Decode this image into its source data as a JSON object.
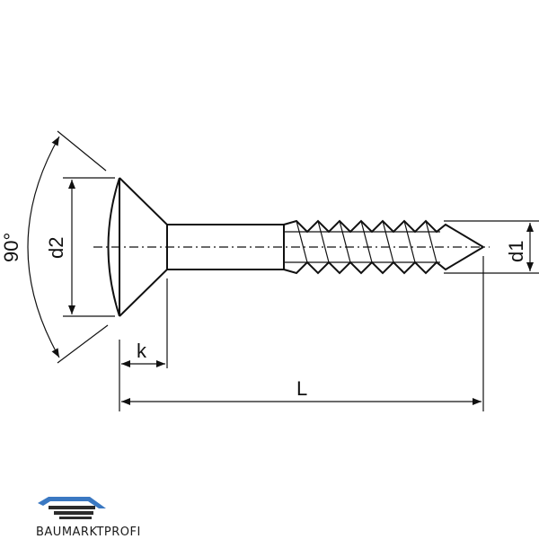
{
  "labels": {
    "angle": "90°",
    "head_diameter": "d2",
    "thread_diameter": "d1",
    "head_height": "k",
    "length": "L"
  },
  "logo": {
    "text": "BAUMARKTPROFI",
    "accent_color": "#3a78c2",
    "dark_color": "#2b2b2b"
  },
  "colors": {
    "stroke": "#111111",
    "background": "#ffffff"
  }
}
